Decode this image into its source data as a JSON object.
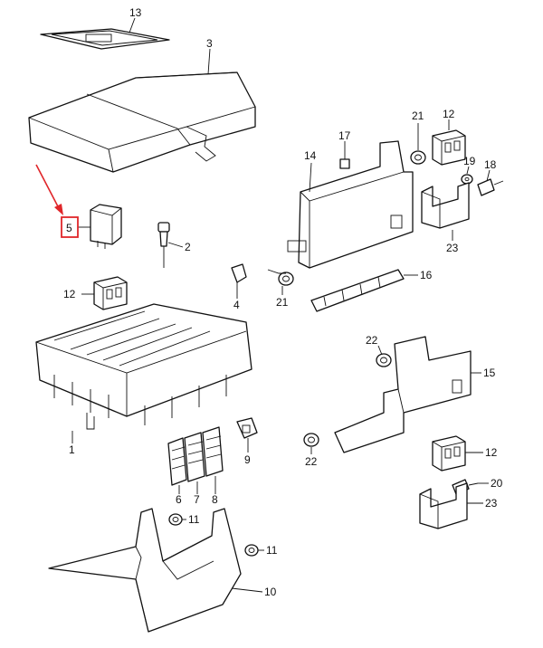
{
  "diagram": {
    "highlight_color": "#e0262a",
    "highlighted_part": "5",
    "callouts": [
      {
        "id": "13",
        "label": "13"
      },
      {
        "id": "3",
        "label": "3"
      },
      {
        "id": "5",
        "label": "5"
      },
      {
        "id": "2",
        "label": "2"
      },
      {
        "id": "12a",
        "label": "12"
      },
      {
        "id": "4",
        "label": "4"
      },
      {
        "id": "1",
        "label": "1"
      },
      {
        "id": "6",
        "label": "6"
      },
      {
        "id": "7",
        "label": "7"
      },
      {
        "id": "8",
        "label": "8"
      },
      {
        "id": "9",
        "label": "9"
      },
      {
        "id": "11a",
        "label": "11"
      },
      {
        "id": "11b",
        "label": "11"
      },
      {
        "id": "10",
        "label": "10"
      },
      {
        "id": "17",
        "label": "17"
      },
      {
        "id": "14",
        "label": "14"
      },
      {
        "id": "21a",
        "label": "21"
      },
      {
        "id": "12b",
        "label": "12"
      },
      {
        "id": "19",
        "label": "19"
      },
      {
        "id": "18",
        "label": "18"
      },
      {
        "id": "23a",
        "label": "23"
      },
      {
        "id": "21b",
        "label": "21"
      },
      {
        "id": "16",
        "label": "16"
      },
      {
        "id": "22a",
        "label": "22"
      },
      {
        "id": "15",
        "label": "15"
      },
      {
        "id": "22b",
        "label": "22"
      },
      {
        "id": "12c",
        "label": "12"
      },
      {
        "id": "20",
        "label": "20"
      },
      {
        "id": "23b",
        "label": "23"
      }
    ]
  }
}
